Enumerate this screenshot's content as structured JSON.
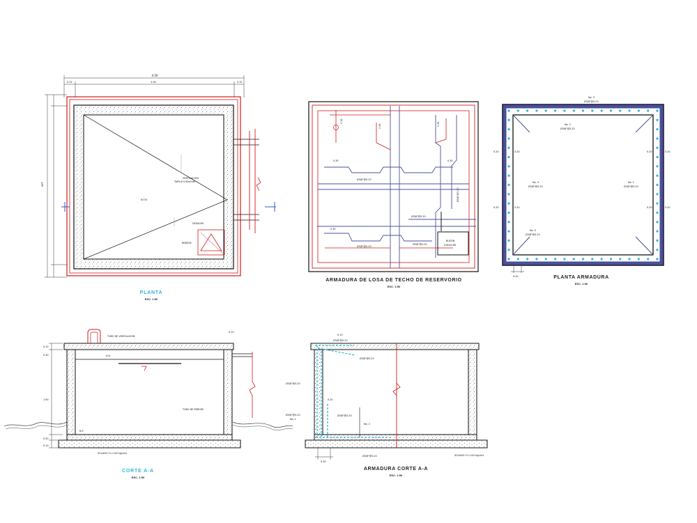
{
  "colors": {
    "background": "#ffffff",
    "wall": "#111111",
    "rebar_red": "#d11a1a",
    "rebar_blue": "#4a4f9c",
    "cyan": "#2fb6d6",
    "dim": "#333333"
  },
  "views": {
    "planta": {
      "title": "PLANTA",
      "scale": "ESC. 1:50",
      "labels": [
        "4.50",
        "0.15",
        "3.90",
        "0.15",
        "N.T.N",
        "NPT",
        "VENTILACION",
        "TAPA Ø 0.60x0.60",
        "DESAGUE",
        "REBOSE"
      ]
    },
    "losa": {
      "title": "ARMADURA DE LOSA DE TECHO DE RESERVORIO",
      "scale": "ESC. 1:50",
      "labels": [
        "0.35",
        "0.35",
        "0.35",
        "0.35",
        "0.35",
        "0.35",
        "Ø3/8\"@0.20",
        "Ø3/8\"@0.20",
        "Ø3/8\"@0.20",
        "Ø3/8\"@0.20",
        "Ø3/8\"@0.20",
        "BUZON",
        "0.60x0.60"
      ]
    },
    "armadura": {
      "title": "PLANTA ARMADURA",
      "scale": "ESC. 1:50",
      "labels": [
        "No. 3",
        "Ø3/8\"@0.20",
        "No. 2",
        "Ø3/8\"@0.20",
        "No. 4",
        "Ø3/8\"@0.20",
        "No. 1",
        "Ø3/8\"@0.20",
        "No. 5",
        "Ø3/8\"@0.20",
        "0.20",
        "0.20",
        "0.20",
        "0.20",
        "0.20",
        "0.20",
        "0.20",
        "0.20",
        "0.20"
      ]
    },
    "corte": {
      "title": "CORTE A-A",
      "scale": "ESC. 1:50",
      "labels": [
        "0.10",
        "0.30",
        "1.90",
        "0.20",
        "0.10",
        "N.A.",
        "N.F.",
        "TUBO DE VENTILACION",
        "TUBO DE REBOSE",
        "SOLADO f'c=100 kg/cm2",
        "0.15"
      ]
    },
    "armadura_corte": {
      "title": "ARMADURA CORTE A-A",
      "scale": "ESC. 1:50",
      "labels": [
        "0.15",
        "Ø3/8\"@0.20",
        "Ø3/8\"@0.20",
        "Ø3/8\"@0.20",
        "Ø3/8\"@0.20",
        "Ø3/8\"@0.20",
        "No. 1",
        "No. 2",
        "0.20",
        "0.30",
        "SOLADO f'c=100 kg/cm2",
        "Ø3/8\"@0.20"
      ]
    }
  }
}
